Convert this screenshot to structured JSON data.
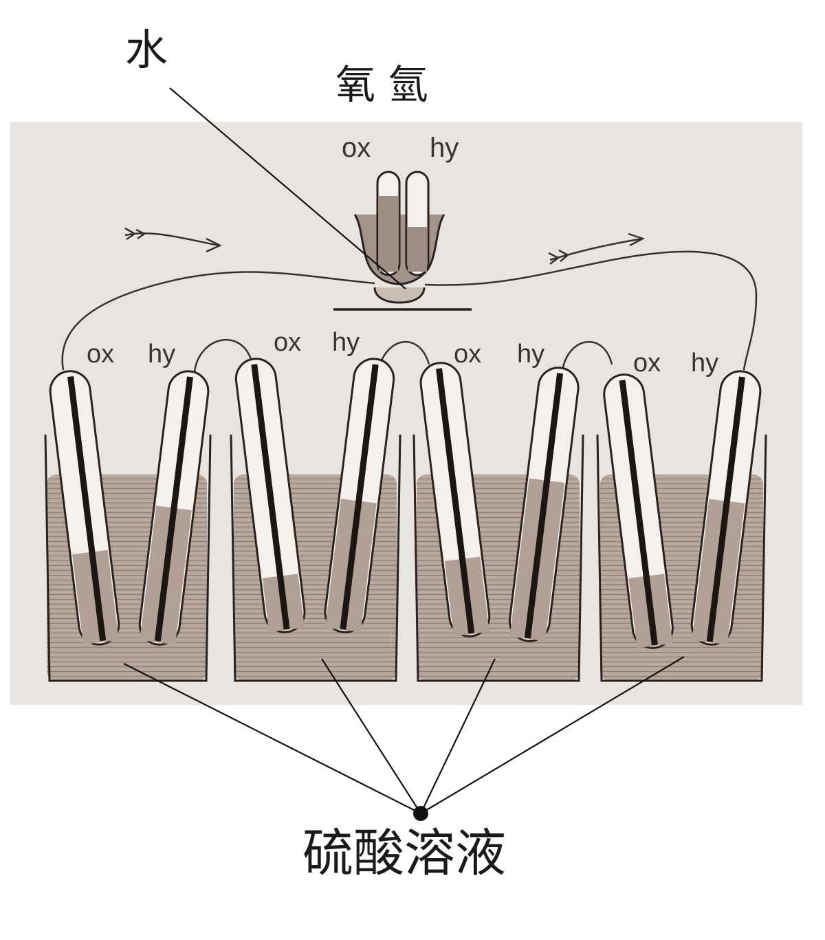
{
  "labels": {
    "water": "水",
    "top_gases": "氧 氫",
    "acid_solution": "硫酸溶液",
    "ox": "ox",
    "hy": "hy"
  },
  "colors": {
    "panel": "#e8e4e1",
    "liquid": "#b3a49a",
    "glass": "#f3efeb",
    "line": "#2b211d"
  }
}
